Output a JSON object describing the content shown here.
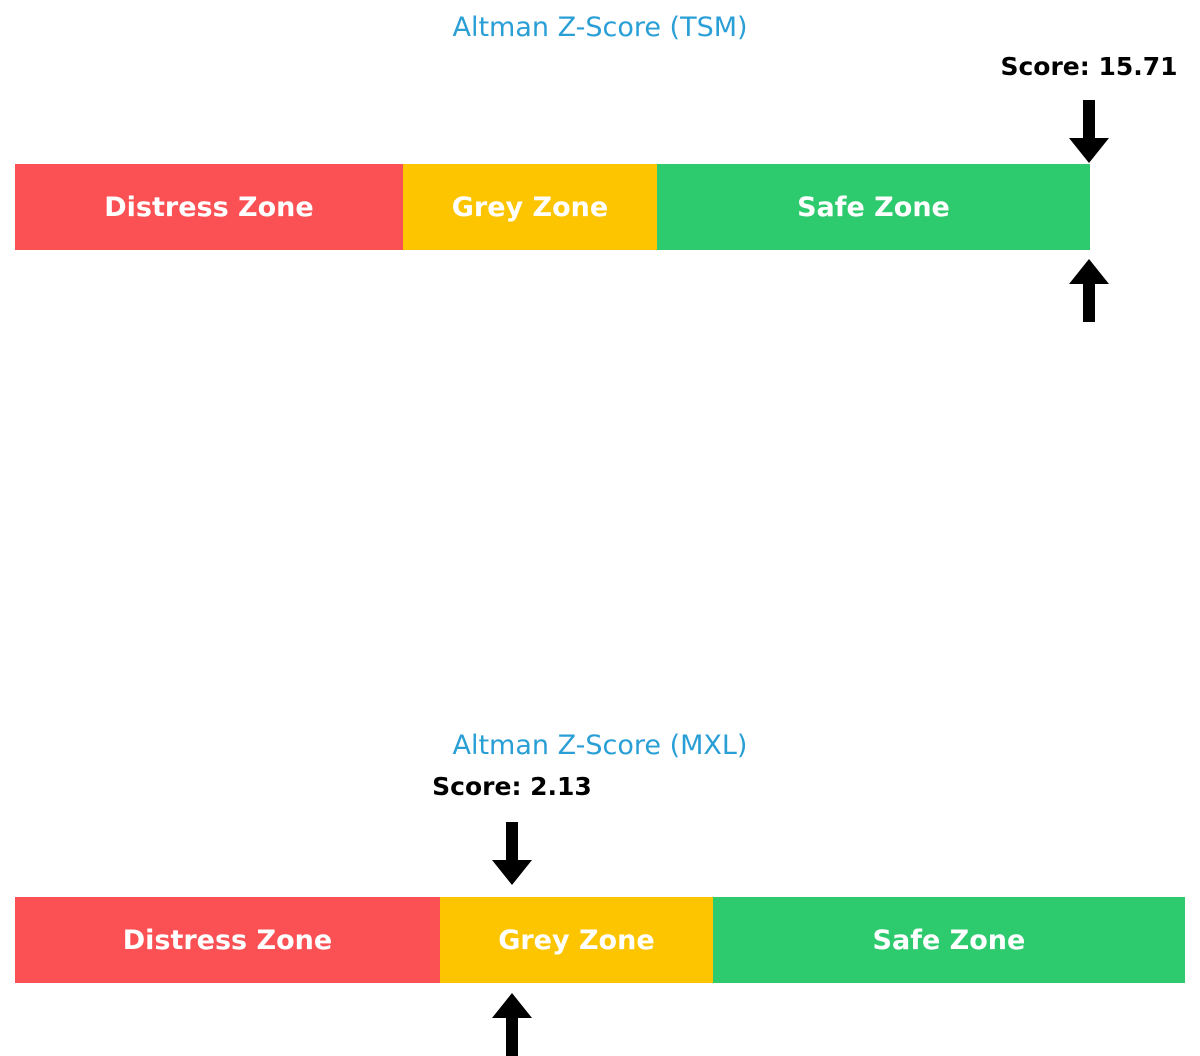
{
  "chart_data": [
    {
      "type": "bar",
      "title": "Altman Z-Score (TSM)",
      "orientation": "horizontal-stacked",
      "score_label": "Score: 15.71",
      "score_value": 15.71,
      "marker_position_pct": 100,
      "categories": [
        "Distress Zone",
        "Grey Zone",
        "Safe Zone"
      ],
      "values": [
        36.1,
        23.6,
        40.3
      ],
      "colors": [
        "#fb5054",
        "#fdc500",
        "#2ecb6e"
      ],
      "title_color": "#2a9fd6",
      "label_color": "#ffffff",
      "xlabel": "",
      "ylabel": "",
      "grid": false,
      "legend": "none",
      "annotations": [
        "down-arrow above bar at score",
        "up-arrow below bar at score"
      ]
    },
    {
      "type": "bar",
      "title": "Altman Z-Score (MXL)",
      "orientation": "horizontal-stacked",
      "score_label": "Score: 2.13",
      "score_value": 2.13,
      "marker_position_pct": 42.5,
      "categories": [
        "Distress Zone",
        "Grey Zone",
        "Safe Zone"
      ],
      "values": [
        36.3,
        23.3,
        40.4
      ],
      "colors": [
        "#fb5054",
        "#fdc500",
        "#2ecb6e"
      ],
      "title_color": "#2a9fd6",
      "label_color": "#ffffff",
      "xlabel": "",
      "ylabel": "",
      "grid": false,
      "legend": "none",
      "annotations": [
        "down-arrow above bar at score",
        "up-arrow below bar at score"
      ]
    }
  ],
  "charts": {
    "tsm": {
      "title": "Altman Z-Score (TSM)",
      "score_label": "Score: 15.71",
      "zones": [
        {
          "label": "Distress Zone",
          "color": "#fb5054"
        },
        {
          "label": "Grey Zone",
          "color": "#fdc500"
        },
        {
          "label": "Safe Zone",
          "color": "#2ecb6e"
        }
      ]
    },
    "mxl": {
      "title": "Altman Z-Score (MXL)",
      "score_label": "Score: 2.13",
      "zones": [
        {
          "label": "Distress Zone",
          "color": "#fb5054"
        },
        {
          "label": "Grey Zone",
          "color": "#fdc500"
        },
        {
          "label": "Safe Zone",
          "color": "#2ecb6e"
        }
      ]
    }
  }
}
